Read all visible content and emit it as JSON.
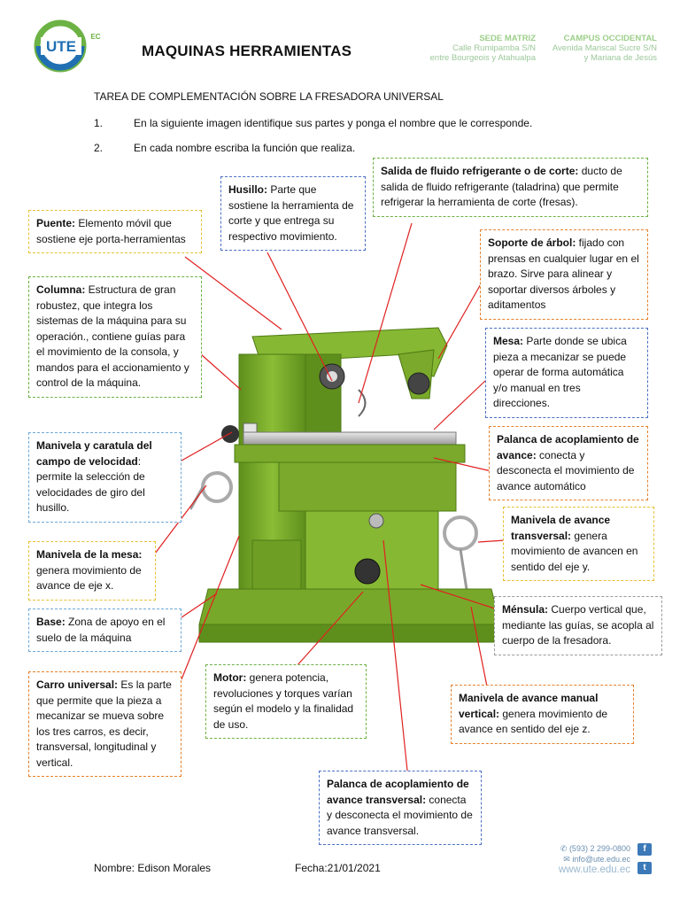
{
  "header": {
    "logo_text": "UTE",
    "logo_sup": "EC",
    "title": "MAQUINAS HERRAMIENTAS",
    "campus1": {
      "heading": "SEDE MATRIZ",
      "line1": "Calle Rumipamba S/N",
      "line2": "entre Bourgeois y Atahualpa"
    },
    "campus2": {
      "heading": "CAMPUS OCCIDENTAL",
      "line1": "Avenida Mariscal Sucre S/N",
      "line2": "y Mariana de Jesús"
    }
  },
  "task": {
    "title": "TAREA DE COMPLEMENTACIÓN SOBRE LA FRESADORA UNIVERSAL",
    "items": [
      {
        "num": "1.",
        "text": "En la siguiente imagen identifique sus partes y ponga el nombre que le corresponde."
      },
      {
        "num": "2.",
        "text": "En cada nombre escriba la función que realiza."
      }
    ]
  },
  "labels": {
    "puente": {
      "title": "Puente:",
      "text": " Elemento móvil que sostiene eje porta-herramientas"
    },
    "husillo": {
      "title": "Husillo:",
      "text": " Parte que sostiene la herramienta de corte y que entrega su respectivo movimiento."
    },
    "salida": {
      "title": "Salida de fluido refrigerante o de corte:",
      "text": "  ducto de salida de fluido refrigerante (taladrina) que permite refrigerar la herramienta de corte (fresas)."
    },
    "soporte": {
      "title": "Soporte de árbol:",
      "text": " fijado con prensas en cualquier lugar en el brazo. Sirve para alinear y soportar diversos árboles y aditamentos"
    },
    "columna": {
      "title": "Columna:",
      "text": " Estructura de gran robustez, que integra los sistemas de la máquina para su operación., contiene guías para el movimiento de la consola, y mandos para el accionamiento y control de la máquina."
    },
    "mesa": {
      "title": "Mesa:",
      "text": " Parte donde se ubica pieza a mecanizar se puede operar de forma automática y/o manual en tres direcciones."
    },
    "manivela_vel": {
      "title": "Manivela y caratula del campo de velocidad",
      "text": ": permite la selección de velocidades de giro del husillo."
    },
    "palanca_avance": {
      "title": "Palanca de acoplamiento de avance:",
      "text": " conecta y desconecta el movimiento de avance automático"
    },
    "manivela_transversal": {
      "title": "Manivela de avance transversal:",
      "text": " genera movimiento de avancen en sentido del eje y."
    },
    "manivela_mesa": {
      "title": "Manivela de la mesa:",
      "text": " genera movimiento de avance de eje x."
    },
    "base": {
      "title": "Base:",
      "text": "  Zona de apoyo en el suelo de la máquina"
    },
    "mensula": {
      "title": "Ménsula:",
      "text": " Cuerpo vertical que, mediante las guías, se acopla al cuerpo de la fresadora."
    },
    "motor": {
      "title": "Motor:",
      "text": "  genera potencia, revoluciones y torques varían según el modelo y la finalidad de uso."
    },
    "carro": {
      "title": "Carro universal:",
      "text": " Es la parte que permite que la pieza a mecanizar se mueva sobre los tres carros, es decir, transversal, longitudinal y vertical."
    },
    "manivela_vertical": {
      "title": "Manivela de avance manual vertical:",
      "text": " genera movimiento de avance en sentido del eje z."
    },
    "palanca_transversal": {
      "title": "Palanca de acoplamiento de avance transversal:",
      "text": " conecta y desconecta el movimiento de avance transversal."
    }
  },
  "footer": {
    "name": "Nombre: Edison Morales",
    "date": "Fecha:21/01/2021",
    "phone": "(593) 2 299-0800",
    "email": "info@ute.edu.ec",
    "web": "www.ute.edu.ec",
    "facebook": "f",
    "twitter": "t"
  },
  "colors": {
    "brand_green": "#6cb244",
    "brand_blue": "#1f6fb2",
    "machine_green": "#7fae2e",
    "line_red": "#e02020"
  }
}
